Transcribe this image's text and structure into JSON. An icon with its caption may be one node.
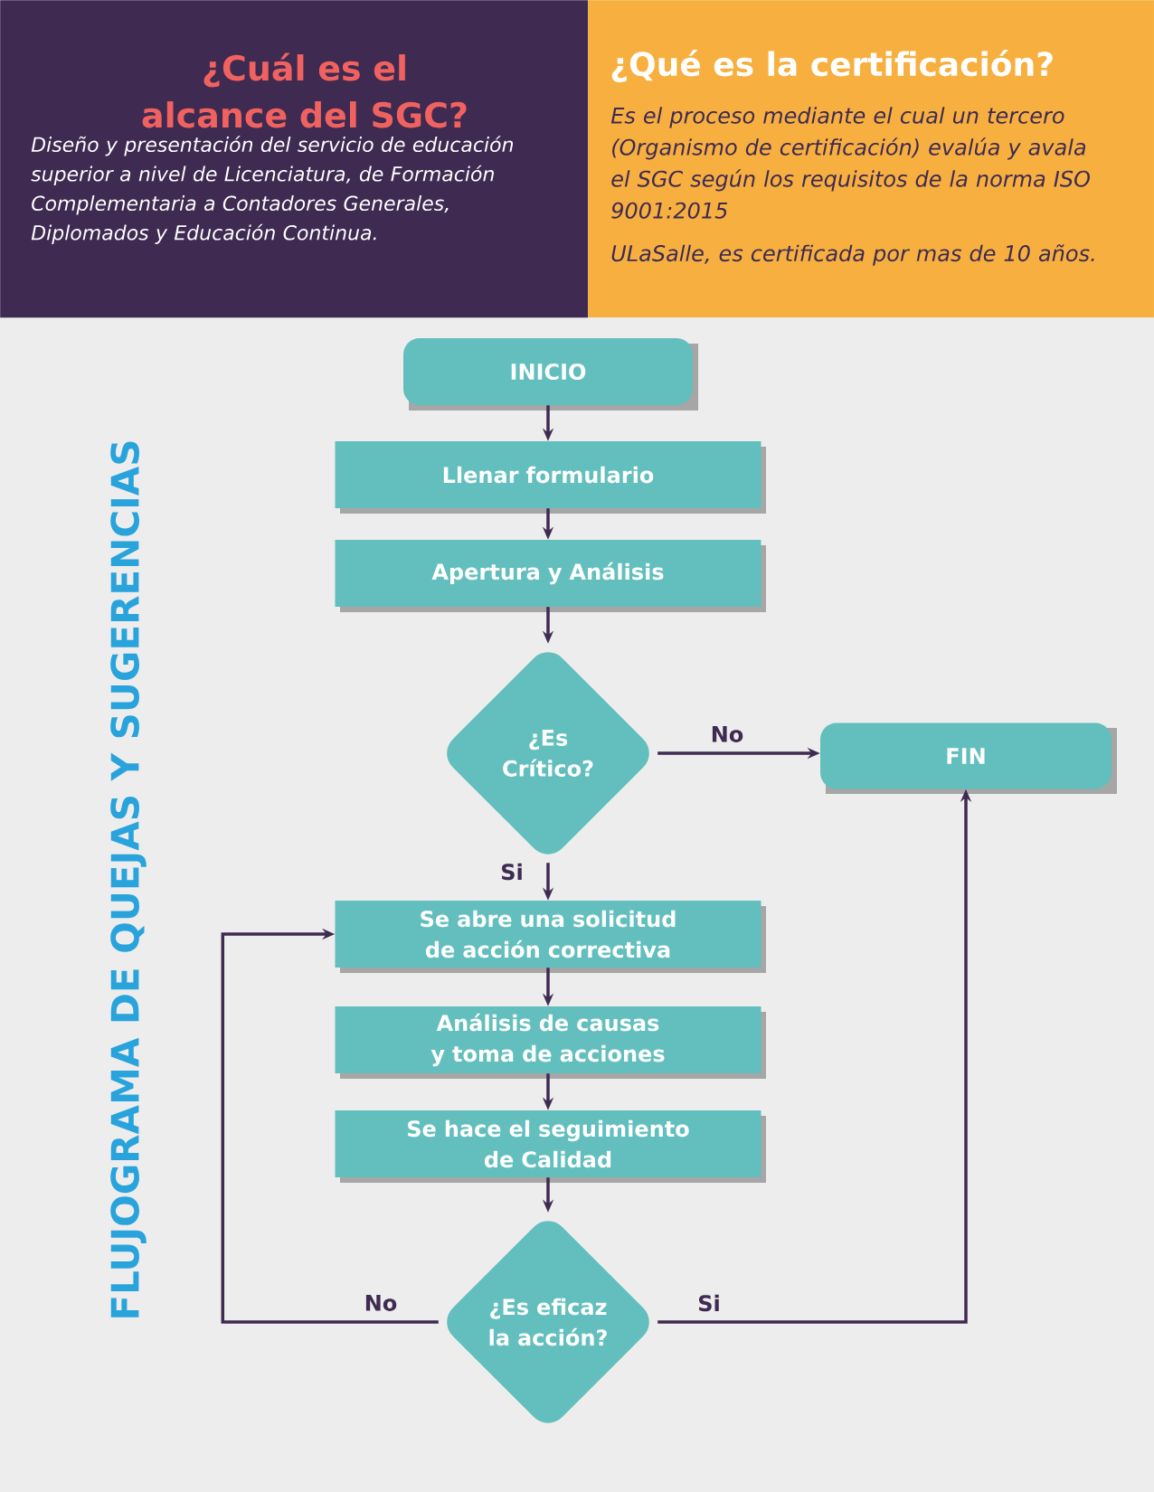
{
  "diagram": {
    "title": "FLUJOGRAMA DE QUEJAS Y SUGERENCIAS",
    "nodes": [
      {
        "text": [
          "¿Cuál es el alcance del SGC?",
          "Diseño y presentación del servicio de educación superior a nivel de Licenciatura, de Formación Complementaria a Contadores Generales, Diplomados y Educación Continua."
        ]
      },
      {
        "text": [
          "¿Qué es la certificación?",
          "Es el proceso mediante el cual un tercero (Organismo de certificación) evalúa y avala el SGC según los requisitos de la norma ISO 9001:2015",
          "ULaSalle, es certificada por mas de 10 años."
        ]
      },
      {
        "text": [
          "INICIO"
        ]
      },
      {
        "text": [
          "Llenar formulario"
        ]
      },
      {
        "text": [
          "Apertura y Análisis"
        ]
      },
      {
        "text": [
          "¿Es Crítico?"
        ]
      },
      {
        "text": [
          "FIN"
        ]
      },
      {
        "text": [
          "Se abre una solicitud de acción correctiva"
        ]
      },
      {
        "text": [
          "Análisis de causas y toma de acciones"
        ]
      },
      {
        "text": [
          "Se hace el seguimiento de Calidad"
        ]
      },
      {
        "text": [
          "¿Es eficaz la acción?"
        ]
      }
    ],
    "edges": [
      {
        "from": 2,
        "to": 3,
        "arrow": "to"
      },
      {
        "from": 3,
        "to": 4,
        "arrow": "to"
      },
      {
        "from": 4,
        "to": 5,
        "arrow": "to"
      },
      {
        "from": 5,
        "to": 6,
        "arrow": "to",
        "label": "No"
      },
      {
        "from": 5,
        "to": 7,
        "arrow": "to",
        "label": "Si"
      },
      {
        "from": 7,
        "to": 8,
        "arrow": "to"
      },
      {
        "from": 8,
        "to": 9,
        "arrow": "to"
      },
      {
        "from": 9,
        "to": 10,
        "arrow": "to"
      },
      {
        "from": 10,
        "to": 7,
        "arrow": "to",
        "label": "No"
      },
      {
        "from": 10,
        "to": 6,
        "arrow": "to",
        "label": "Si"
      }
    ]
  }
}
